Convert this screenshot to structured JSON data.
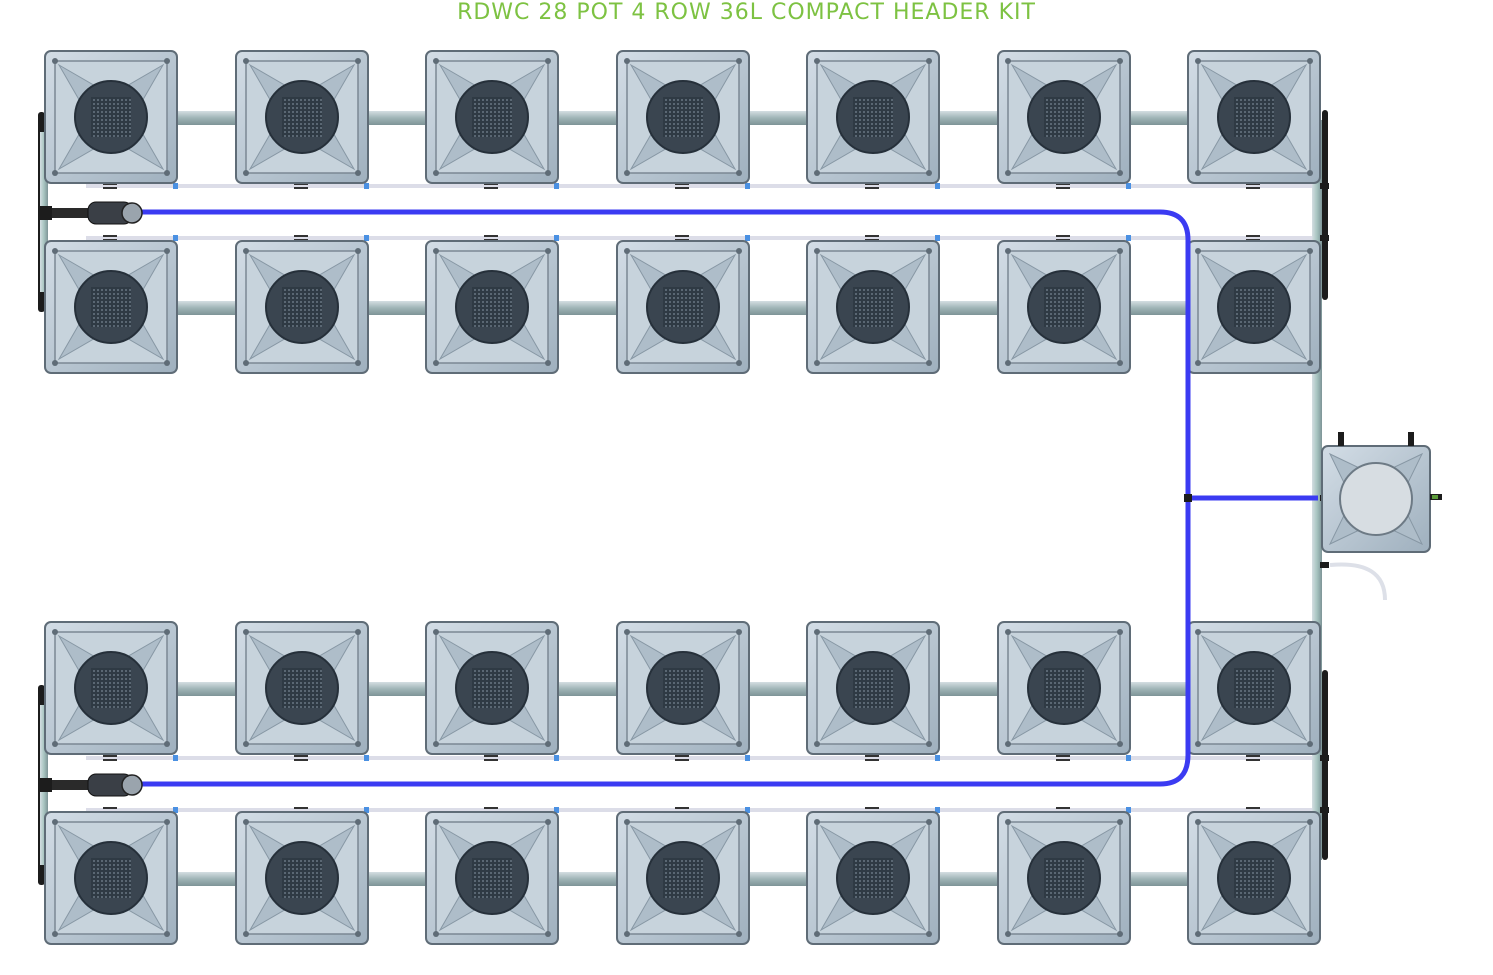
{
  "title": "RDWC 28 POT 4 ROW 36L COMPACT HEADER KIT",
  "colors": {
    "title": "#7dc242",
    "pot_body": "#b9c6d1",
    "pot_outline": "#5f6c77",
    "pot_center": "#3a4550",
    "grey_pipe": "#9fb1b8",
    "return_pipe": "#dcdde8",
    "feed_line": "#3b3bf2",
    "connector": "#4a90e2",
    "fitting": "#1c1c1c"
  },
  "layout": {
    "rows": 4,
    "pots_per_row": 7,
    "total_pots": 28
  },
  "components": {
    "pots": "pot-icon",
    "reservoir": "reservoir-icon",
    "pumps": "pump-icon"
  }
}
